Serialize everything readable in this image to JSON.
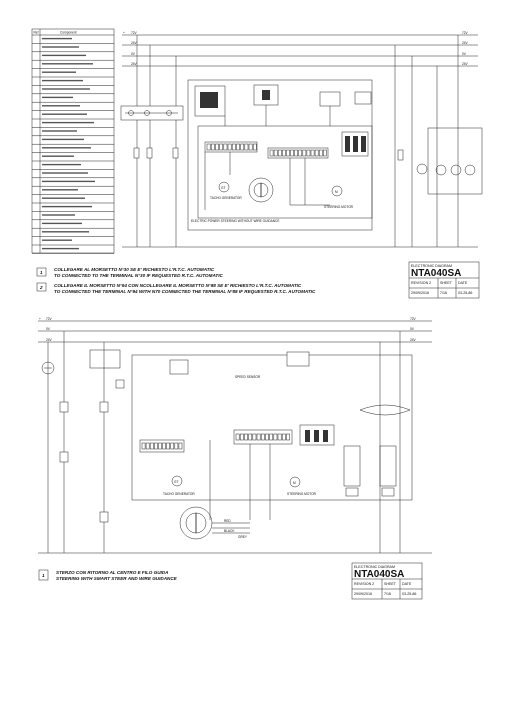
{
  "diagram1": {
    "legend_header": [
      "Ref",
      "Component"
    ],
    "rails": [
      {
        "left": "72V",
        "right": "72V"
      },
      {
        "left": "24V",
        "right": "24V"
      },
      {
        "left": "0V",
        "right": "0V"
      },
      {
        "left": "24V",
        "right": "24V"
      }
    ],
    "labels": {
      "tacho": "TACHO GENERATOR",
      "steering": "STEERING MOTOR",
      "eps_card": "ELECTRIC POWER STEERING WITHOUT WIRE GUIDANCE"
    },
    "notes": [
      {
        "num": "1",
        "lines": [
          "COLLEGARE AL MORSETTO N°30 SE E' RICHIESTO L'R.T.C. AUTOMATIC",
          "TO CONNECTED TO THE TERMINAL N°30 IF REQUESTED R.T.C. AUTOMATIC"
        ]
      },
      {
        "num": "2",
        "lines": [
          "COLLEGARE IL MORSETTO N°94 CON NCOLLEGARE IL MORSETTO N°88 SE E' RICHIESTO L'R.T.C. AUTOMATIC",
          "TO CONNECTED THE TERMINAL N°94 WITH N70 CONNECTED THE TERMINAL N°88 IF REQUESTED R.T.C. AUTOMATIC"
        ]
      }
    ],
    "title_block": {
      "heading": "ELECTRONIC DIAGRAM",
      "model": "NTA040SA",
      "revision_label": "REVISION 2",
      "revision_date": "29/09/2016",
      "sheet_label": "SHEET",
      "sheet_value": "7/16",
      "date_label": "DATE",
      "date_value": "03-25-86"
    }
  },
  "diagram2": {
    "rails": [
      {
        "left": "72V",
        "right": "72V"
      },
      {
        "left": "0V",
        "right": "0V"
      },
      {
        "left": "24V",
        "right": "24V"
      }
    ],
    "labels": {
      "speed_sensor": "SPEED SENSOR",
      "tacho": "TACHO GENERATOR",
      "steering": "STEERING MOTOR",
      "wire_red": "RED",
      "wire_black": "BLACK",
      "wire_grey": "GREY"
    },
    "notes": [
      {
        "num": "1",
        "lines": [
          "STERZO CON RITORNO AL CENTRO E FILO GUIDA",
          "STEERING WITH SMART STEER AND WIRE GUIDANCE"
        ]
      }
    ],
    "title_block": {
      "heading": "ELECTRONIC DIAGRAM",
      "model": "NTA040SA",
      "revision_label": "REVISION 2",
      "revision_date": "29/09/2016",
      "sheet_label": "SHEET",
      "sheet_value": "7/16",
      "date_label": "DATE",
      "date_value": "03-25-86"
    }
  }
}
